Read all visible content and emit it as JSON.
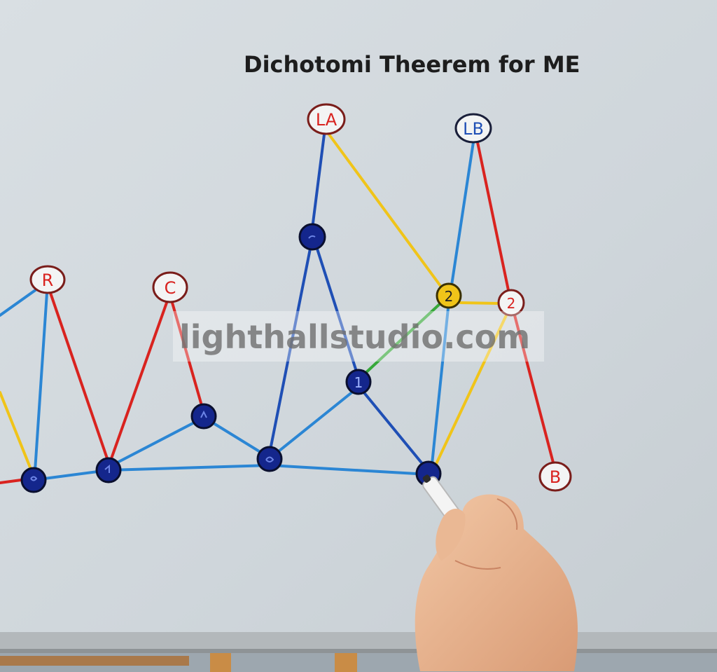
{
  "title": "Dichotomi Theerem for ME",
  "watermark": "lighthallstudio.com",
  "labels": {
    "R": "R",
    "C": "C",
    "LA": "LA",
    "LB": "LB",
    "B": "B",
    "two_yellow": "2",
    "two_white": "2",
    "one": "1"
  },
  "colors": {
    "board": "#d5dce1",
    "red": "#d9231f",
    "blue": "#1f4fb5",
    "light_blue": "#2b86d4",
    "yellow": "#f0c419",
    "green": "#36a83a",
    "node_fill": "#14268c"
  }
}
